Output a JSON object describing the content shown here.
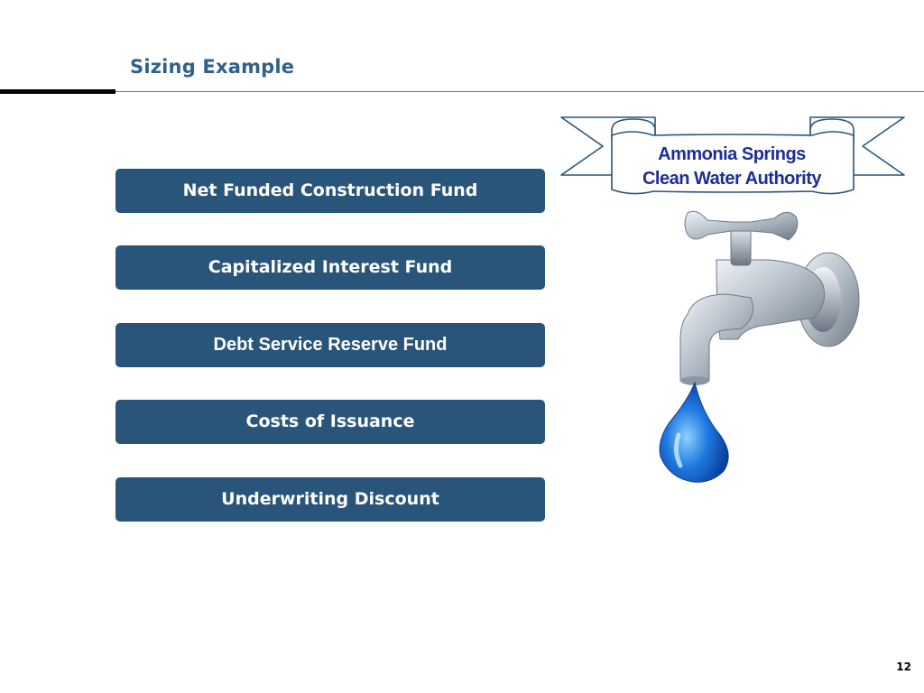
{
  "slide": {
    "title": "Sizing Example",
    "page_number": "12"
  },
  "funds": [
    "Net Funded Construction Fund",
    "Capitalized Interest Fund",
    "Debt Service Reserve Fund",
    "Costs of Issuance",
    "Underwriting Discount"
  ],
  "banner": {
    "line1": "Ammonia Springs",
    "line2": "Clean Water Authority"
  },
  "graphics": {
    "faucet": "water-faucet-icon",
    "drop": "water-drop-icon",
    "scroll": "ribbon-banner"
  },
  "colors": {
    "title": "#2f6189",
    "box_fill": "#2a557a",
    "banner_text": "#1d2d99",
    "drop": "#1f6fd6"
  }
}
